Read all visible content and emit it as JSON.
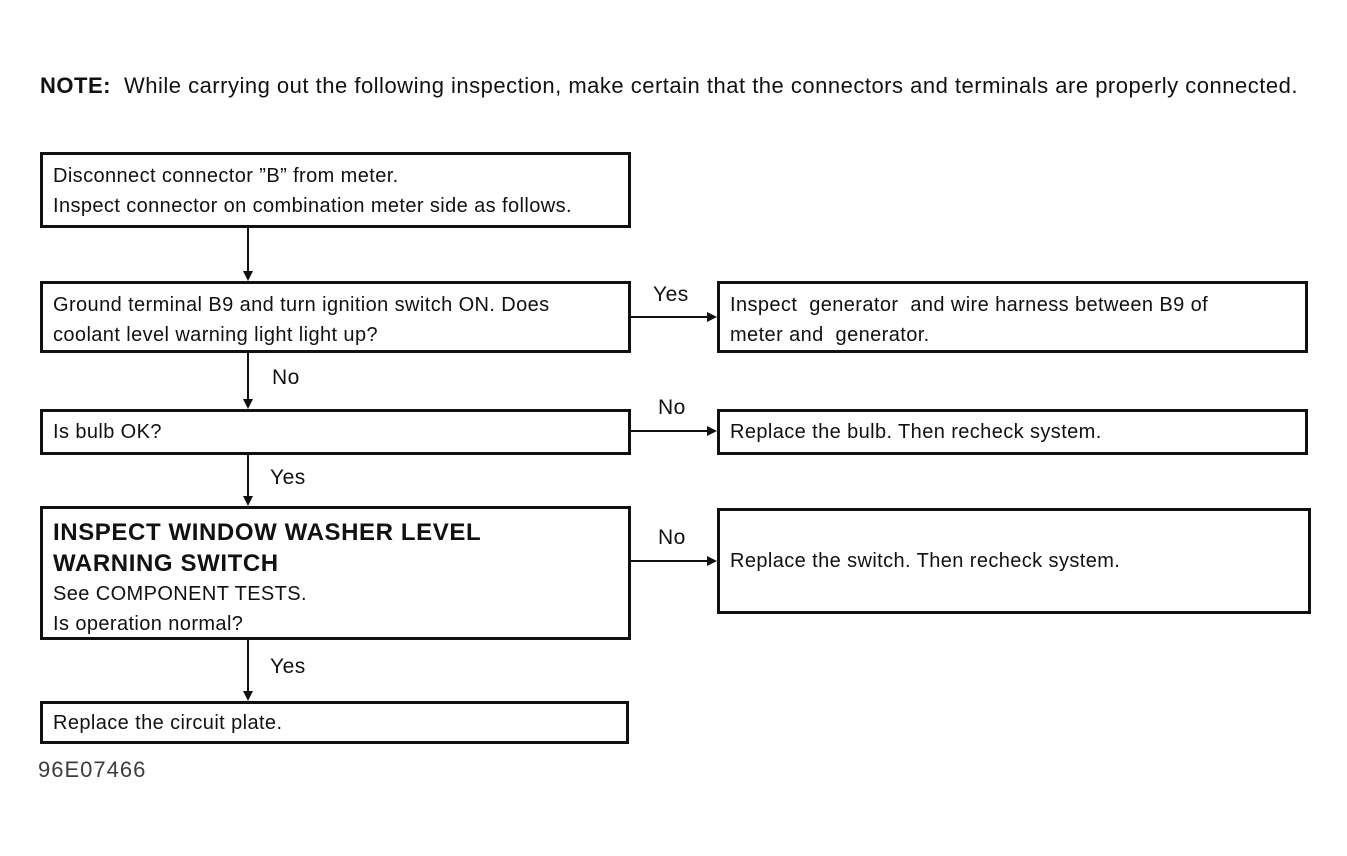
{
  "note": {
    "label": "NOTE:",
    "text": "While carrying out the following inspection, make certain that the connectors and terminals are properly connected."
  },
  "boxes": {
    "disconnect": {
      "line1": "Disconnect connector ”B” from meter.",
      "line2": "Inspect connector on combination meter side as follows."
    },
    "ground": {
      "line1": "Ground terminal B9 and turn ignition switch ON. Does",
      "line2": "coolant level warning light light up?"
    },
    "generator": {
      "line1": "Inspect  generator  and wire harness between B9 of",
      "line2": "meter and  generator."
    },
    "bulb": {
      "line1": "Is bulb OK?"
    },
    "replace_bulb": {
      "line1": "Replace the bulb. Then recheck system."
    },
    "inspect_switch": {
      "heading1": "INSPECT WINDOW WASHER LEVEL",
      "heading2": "WARNING SWITCH",
      "line1": "See COMPONENT TESTS.",
      "line2": "Is operation normal?"
    },
    "replace_switch": {
      "line1": "Replace the switch. Then recheck system."
    },
    "replace_plate": {
      "line1": "Replace the circuit plate."
    }
  },
  "edges": {
    "yes1": "Yes",
    "no1": "No",
    "no2": "No",
    "yes2": "Yes",
    "no3": "No",
    "yes3": "Yes"
  },
  "figure_code": "96E07466",
  "colors": {
    "ink": "#111111",
    "paper": "#ffffff"
  }
}
